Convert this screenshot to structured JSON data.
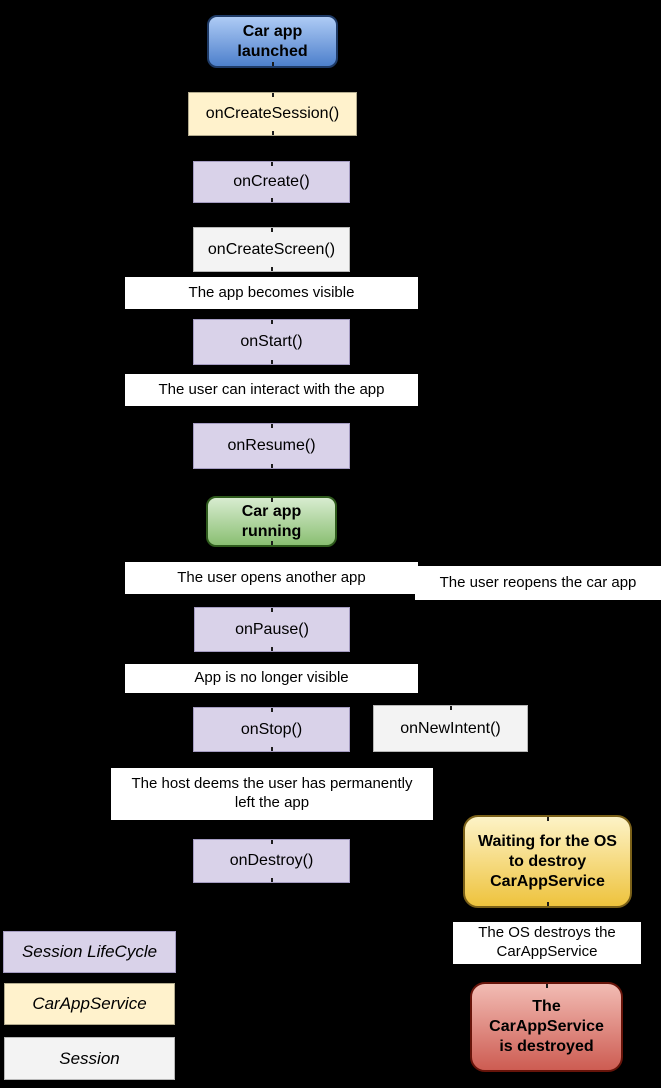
{
  "diagram": {
    "title_semantic": "Car app lifecycle flowchart",
    "background_color": "#000000",
    "colors": {
      "session_lifecycle_fill": "#d9d2e9",
      "session_lifecycle_border": "#a59cc2",
      "car_app_service_fill": "#fff2cc",
      "car_app_service_border": "#b3ab8e",
      "session_fill": "#f3f3f3",
      "session_border": "#b7b7b7",
      "band_fill": "#ffffff",
      "terminal_blue_top": "#aecbf5",
      "terminal_blue_bottom": "#4d80cc",
      "terminal_blue_border": "#1e3a66",
      "terminal_green_top": "#d8ecd0",
      "terminal_green_bottom": "#8abf72",
      "terminal_green_border": "#2e5a1c",
      "terminal_yellow_top": "#fdf3c7",
      "terminal_yellow_bottom": "#eec33d",
      "terminal_yellow_border": "#7a6018",
      "terminal_red_top": "#f2bcb4",
      "terminal_red_bottom": "#cd5c52",
      "terminal_red_border": "#67140a",
      "text_color": "#000000"
    },
    "flow": {
      "car_app_launched": "Car app\nlaunched",
      "on_create_session": "onCreateSession()",
      "on_create": "onCreate()",
      "on_create_screen": "onCreateScreen()",
      "band_app_becomes_visible": "The app becomes visible",
      "on_start": "onStart()",
      "band_user_can_interact": "The user can interact with the app",
      "on_resume": "onResume()",
      "car_app_running": "Car app\nrunning",
      "band_user_opens_another_app": "The user opens another app",
      "band_user_reopens_car_app": "The user reopens the car app",
      "on_pause": "onPause()",
      "band_app_no_longer_visible": "App is no longer visible",
      "on_stop": "onStop()",
      "on_new_intent": "onNewIntent()",
      "band_host_deems_left": "The host deems the user has permanently\nleft the app",
      "on_destroy": "onDestroy()",
      "waiting_os_destroy": "Waiting for the OS\nto destroy\nCarAppService",
      "band_os_destroys": "The OS destroys the\nCarAppService",
      "car_app_service_destroyed": "The\nCarAppService\nis destroyed"
    },
    "legend": {
      "session_lifecycle": "Session LifeCycle",
      "car_app_service": "CarAppService",
      "session": "Session"
    }
  }
}
